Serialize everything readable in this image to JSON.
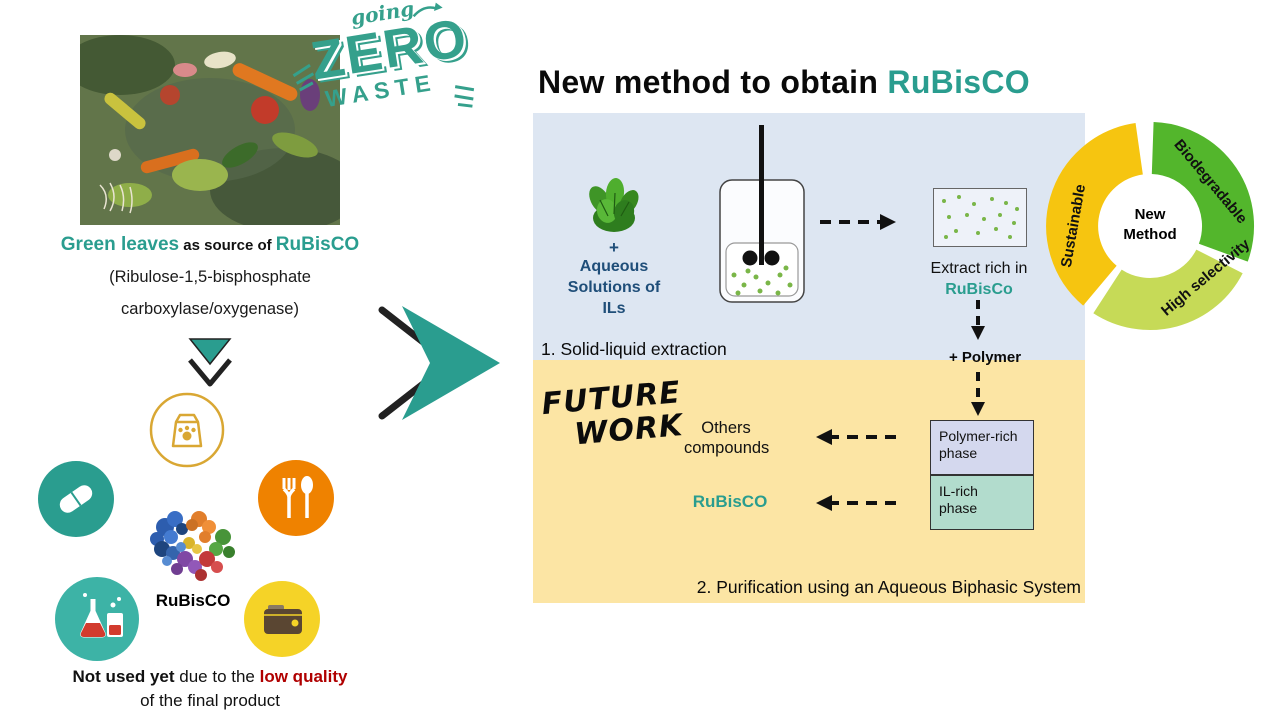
{
  "colors": {
    "teal": "#2a9d8f",
    "dark_red": "#b00000",
    "navy": "#1f4e79",
    "panel_blue": "#dde6f2",
    "panel_yellow": "#fce5a4",
    "orange": "#ef8200",
    "gold": "#d9a733",
    "wallet_yellow": "#f5d327",
    "ring_yellow": "#f6c510",
    "ring_green": "#53b62c",
    "ring_lightgreen": "#c6da57"
  },
  "left": {
    "badge": {
      "going": "going",
      "zero": "ZERO",
      "waste": "WASTE"
    },
    "caption": {
      "highlight1": "Green leaves",
      "middle": " as source of ",
      "highlight2": "RuBisCO"
    },
    "enzyme_line1": "(Ribulose-1,5-bisphosphate",
    "enzyme_line2": "carboxylase/oxygenase)",
    "protein_label": "RuBisCO",
    "footnote": {
      "bold": "Not used yet",
      "middle": " due to the ",
      "red": "low quality",
      "line2": "of the final product"
    }
  },
  "right": {
    "title": {
      "prefix": "New method to obtain ",
      "highlight": "RuBisCO"
    },
    "step1": {
      "plus": "+",
      "reagent1": "Aqueous",
      "reagent2": "Solutions of",
      "reagent3": "ILs",
      "extract_caption": "Extract rich in",
      "extract_highlight": "RuBisCo",
      "label": "1. Solid-liquid extraction"
    },
    "ring": {
      "left_segment": "Sustainable",
      "top_segment": "Biodegradable",
      "bottom_segment": "High selectivity",
      "center1": "New",
      "center2": "Method"
    },
    "step2": {
      "plus_polymer": "+ Polymer",
      "future1": "FUTURE",
      "future2": "WORK",
      "others1": "Others",
      "others2": "compounds",
      "rubisco": "RuBisCO",
      "box1a": "Polymer-rich",
      "box1b": "phase",
      "box2a": "IL-rich",
      "box2b": "phase",
      "label": "2. Purification using an Aqueous Biphasic System"
    }
  }
}
